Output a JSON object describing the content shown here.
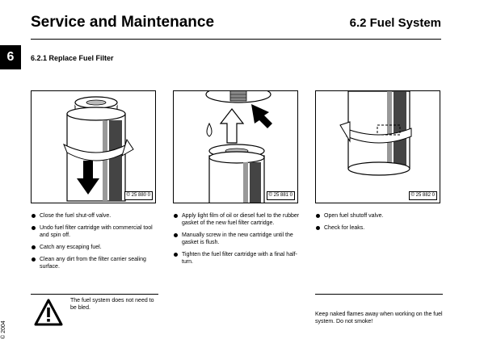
{
  "header": {
    "title": "Service and Maintenance",
    "section": "6.2  Fuel System"
  },
  "chapter_tab": "6",
  "subheading": "6.2.1   Replace Fuel Filter",
  "figures": [
    {
      "code": "© 25 880  0"
    },
    {
      "code": "© 25 881  0"
    },
    {
      "code": "© 25 882  0"
    }
  ],
  "steps": {
    "col1": [
      "Close the fuel shut-off valve.",
      "Undo fuel filter cartridge with commercial tool and spin off.",
      "Catch any escaping fuel.",
      "Clean any dirt from the filter carrier sealing surface."
    ],
    "col2": [
      "Apply light film of oil or diesel fuel to the rubber gasket of the new fuel filter cartridge.",
      "Manually screw in the new cartridge until the gasket is flush.",
      "Tighten the fuel filter cartridge with a final half-turn."
    ],
    "col3": [
      "Open fuel shutoff valve.",
      "Check for leaks."
    ]
  },
  "warning": {
    "icon": "warning-triangle-icon",
    "text": "The fuel system does not need to be bled."
  },
  "note": {
    "text": "Keep naked flames away when working on the fuel system. Do not smoke!"
  },
  "copyright": "© 2004"
}
